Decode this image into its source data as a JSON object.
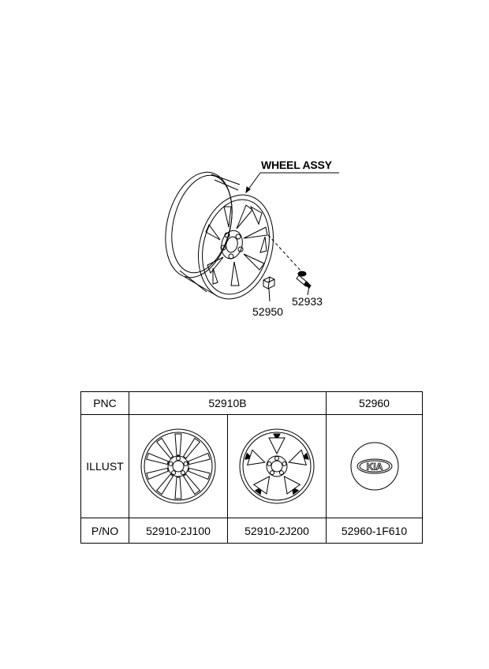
{
  "diagram": {
    "title_label": "WHEEL ASSY",
    "callouts": [
      "52950",
      "52933"
    ]
  },
  "table": {
    "header_label": "PNC",
    "illust_label": "ILLUST",
    "pno_label": "P/NO",
    "pnc_values": [
      "52910B",
      "52960"
    ],
    "part_numbers": [
      "52910-2J100",
      "52910-2J200",
      "52960-1F610"
    ],
    "cap_logo_text": "KIA"
  }
}
